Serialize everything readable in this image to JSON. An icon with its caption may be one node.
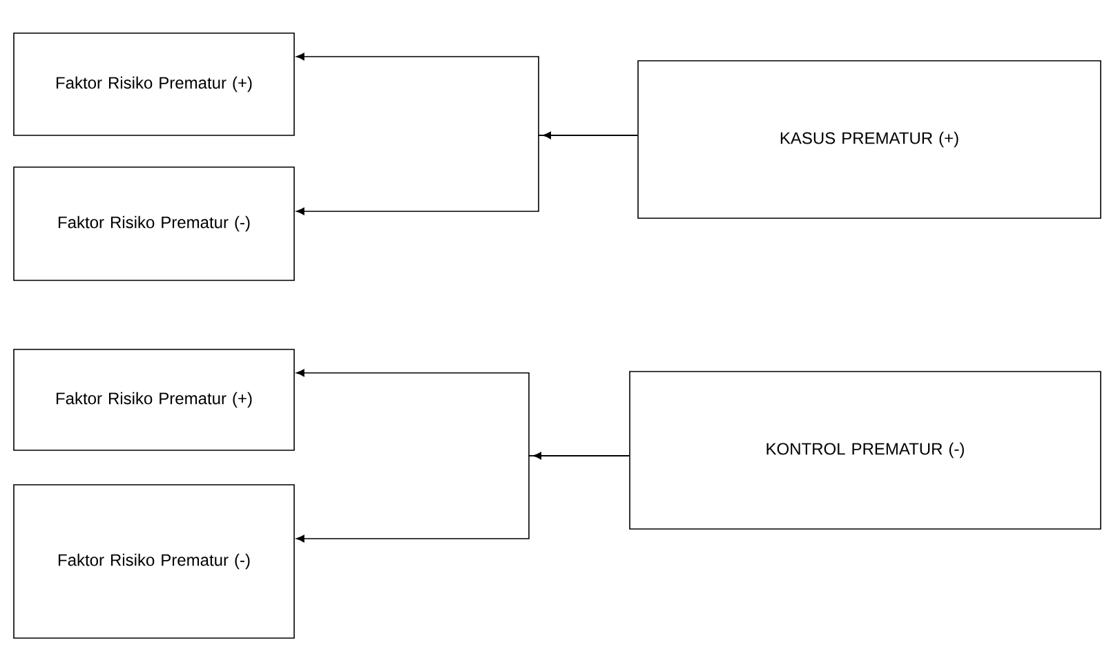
{
  "diagram": {
    "nodes": [
      {
        "text": [
          "Faktor Risiko Prematur (+)"
        ]
      },
      {
        "text": [
          "Faktor Risiko Prematur (-)"
        ]
      },
      {
        "text": [
          "KASUS PREMATUR (+)"
        ]
      },
      {
        "text": [
          "Faktor Risiko Prematur (+)"
        ]
      },
      {
        "text": [
          "Faktor Risiko Prematur (-)"
        ]
      },
      {
        "text": [
          "KONTROL PREMATUR (-)"
        ]
      }
    ],
    "edges": [
      {
        "from": 2,
        "to": 0,
        "arrow": "to"
      },
      {
        "from": 2,
        "to": 1,
        "arrow": "to"
      },
      {
        "from": 5,
        "to": 3,
        "arrow": "to"
      },
      {
        "from": 5,
        "to": 4,
        "arrow": "to"
      }
    ]
  }
}
